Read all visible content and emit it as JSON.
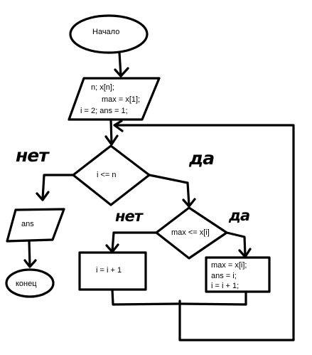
{
  "start": {
    "label": "Начало"
  },
  "input": {
    "line1": "n; x[n];",
    "line2": "max = x[1];",
    "line3": "i = 2; ans = 1;"
  },
  "cond1": {
    "label": "i <= n",
    "no_label": "нет",
    "yes_label": "да"
  },
  "output": {
    "label": "ans"
  },
  "end": {
    "label": "конец"
  },
  "cond2": {
    "label": "max <= x[i]",
    "no_label": "нет",
    "yes_label": "да"
  },
  "increment": {
    "label": "i = i + 1"
  },
  "update": {
    "line1": "max = x[i];",
    "line2": "ans = i;",
    "line3": "i = i + 1;"
  }
}
